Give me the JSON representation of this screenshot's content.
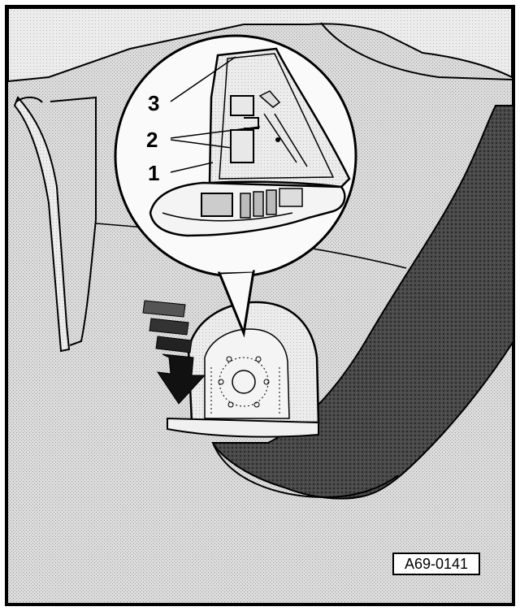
{
  "figure": {
    "figure_id": "A69-0141",
    "callouts": [
      {
        "label": "3"
      },
      {
        "label": "2"
      },
      {
        "label": "1"
      }
    ],
    "colors": {
      "background_panel": "#d6d6d6",
      "dark_fabric": "#3a3a3a",
      "line": "#000000",
      "paper": "#ffffff"
    }
  }
}
